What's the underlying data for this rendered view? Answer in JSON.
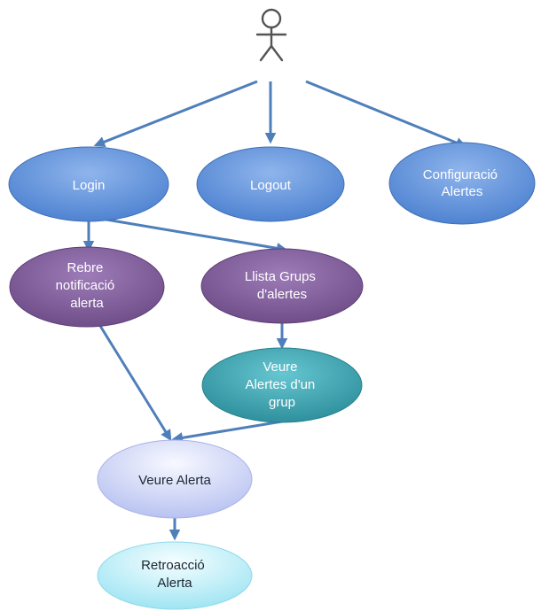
{
  "diagram": {
    "type": "use-case",
    "actor": {
      "name": "user-actor",
      "label": ""
    },
    "nodes": [
      {
        "id": "login",
        "lines": [
          "Login"
        ],
        "style": "blue"
      },
      {
        "id": "logout",
        "lines": [
          "Logout"
        ],
        "style": "blue"
      },
      {
        "id": "configuracio-alertes",
        "lines": [
          "Configuració",
          "Alertes"
        ],
        "style": "blue"
      },
      {
        "id": "rebre-notificacio-alerta",
        "lines": [
          "Rebre",
          "notificació",
          "alerta"
        ],
        "style": "purple"
      },
      {
        "id": "llista-grups-alertes",
        "lines": [
          "Llista Grups",
          "d'alertes"
        ],
        "style": "purple"
      },
      {
        "id": "veure-alertes-grup",
        "lines": [
          "Veure",
          "Alertes d'un",
          "grup"
        ],
        "style": "teal"
      },
      {
        "id": "veure-alerta",
        "lines": [
          "Veure Alerta"
        ],
        "style": "lavender"
      },
      {
        "id": "retroaccio-alerta",
        "lines": [
          "Retroacció",
          "Alerta"
        ],
        "style": "cyan"
      }
    ],
    "edges": [
      {
        "from": "actor",
        "to": "login"
      },
      {
        "from": "actor",
        "to": "logout"
      },
      {
        "from": "actor",
        "to": "configuracio-alertes"
      },
      {
        "from": "login",
        "to": "rebre-notificacio-alerta"
      },
      {
        "from": "login",
        "to": "llista-grups-alertes"
      },
      {
        "from": "llista-grups-alertes",
        "to": "veure-alertes-grup"
      },
      {
        "from": "rebre-notificacio-alerta",
        "to": "veure-alerta"
      },
      {
        "from": "veure-alertes-grup",
        "to": "veure-alerta"
      },
      {
        "from": "veure-alerta",
        "to": "retroaccio-alerta"
      }
    ],
    "colors": {
      "edge": "#4f7fbb",
      "actor": "#545454",
      "blue": [
        "#8fb5ec",
        "#4a7fcf"
      ],
      "purple": [
        "#9e7cb8",
        "#6b4a86"
      ],
      "teal": [
        "#66c7d2",
        "#2b8c99"
      ],
      "lavender": [
        "#eef1ff",
        "#b4bff0"
      ],
      "cyan": [
        "#effcff",
        "#9ae3f2"
      ]
    }
  }
}
